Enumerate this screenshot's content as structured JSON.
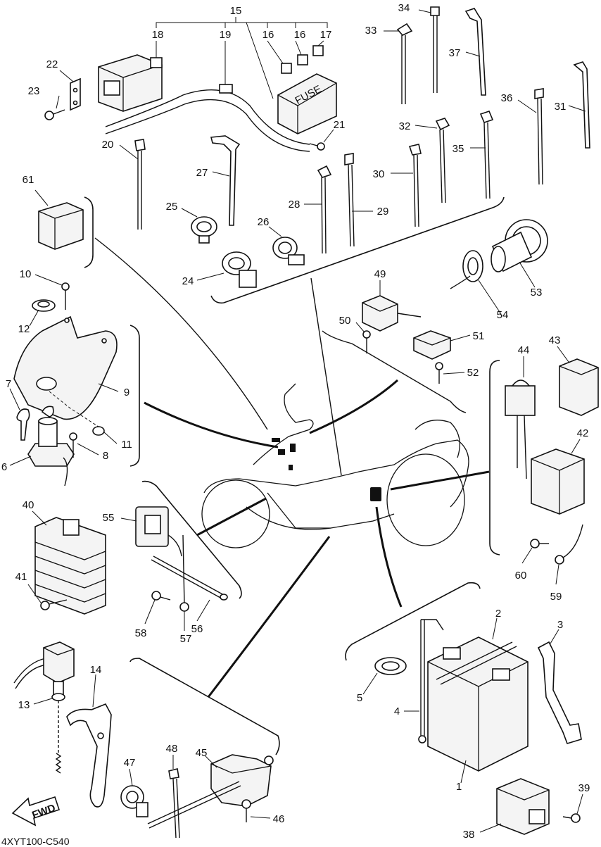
{
  "diagram": {
    "drawing_code": "4XYT100-C540",
    "fwd_label": "FWD",
    "fuse_label": "FUSE",
    "callouts": [
      "1",
      "2",
      "3",
      "4",
      "5",
      "6",
      "7",
      "8",
      "9",
      "10",
      "11",
      "12",
      "13",
      "14",
      "15",
      "16",
      "17",
      "18",
      "19",
      "20",
      "21",
      "22",
      "23",
      "24",
      "25",
      "26",
      "27",
      "28",
      "29",
      "30",
      "31",
      "32",
      "33",
      "34",
      "35",
      "36",
      "37",
      "38",
      "39",
      "40",
      "41",
      "42",
      "43",
      "44",
      "45",
      "46",
      "47",
      "48",
      "49",
      "50",
      "51",
      "52",
      "53",
      "54",
      "55",
      "56",
      "57",
      "58",
      "59",
      "60",
      "61"
    ]
  }
}
